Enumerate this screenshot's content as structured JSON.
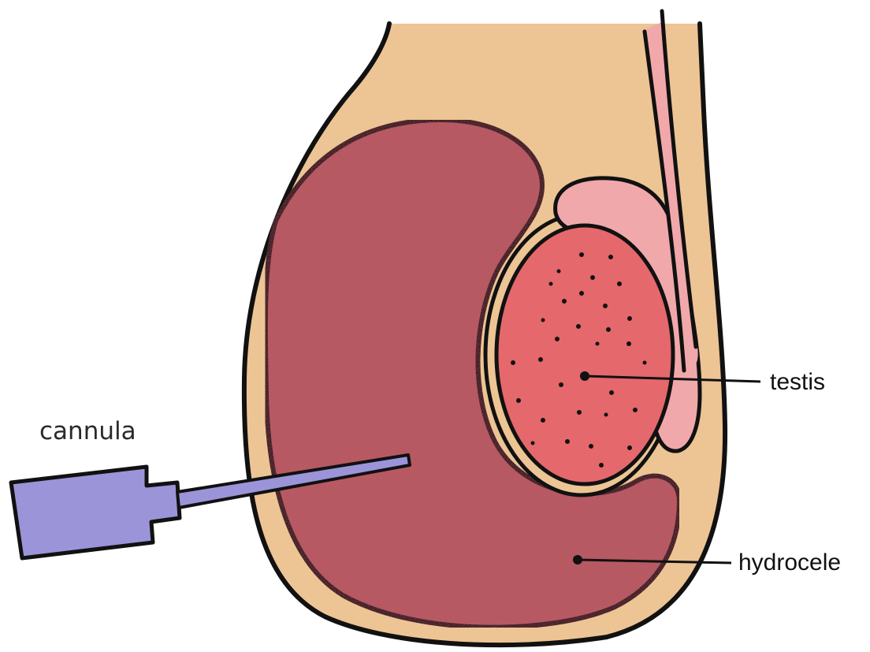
{
  "labels": {
    "cannula": "cannula",
    "testis": "testis",
    "hydrocele": "hydrocele"
  },
  "colors": {
    "skin": "#edc494",
    "hydrocele_fluid": "#b85860",
    "testis": "#e4686c",
    "epididymis": "#f1a8aa",
    "cannula": "#9c94d8",
    "outline": "#111111"
  }
}
